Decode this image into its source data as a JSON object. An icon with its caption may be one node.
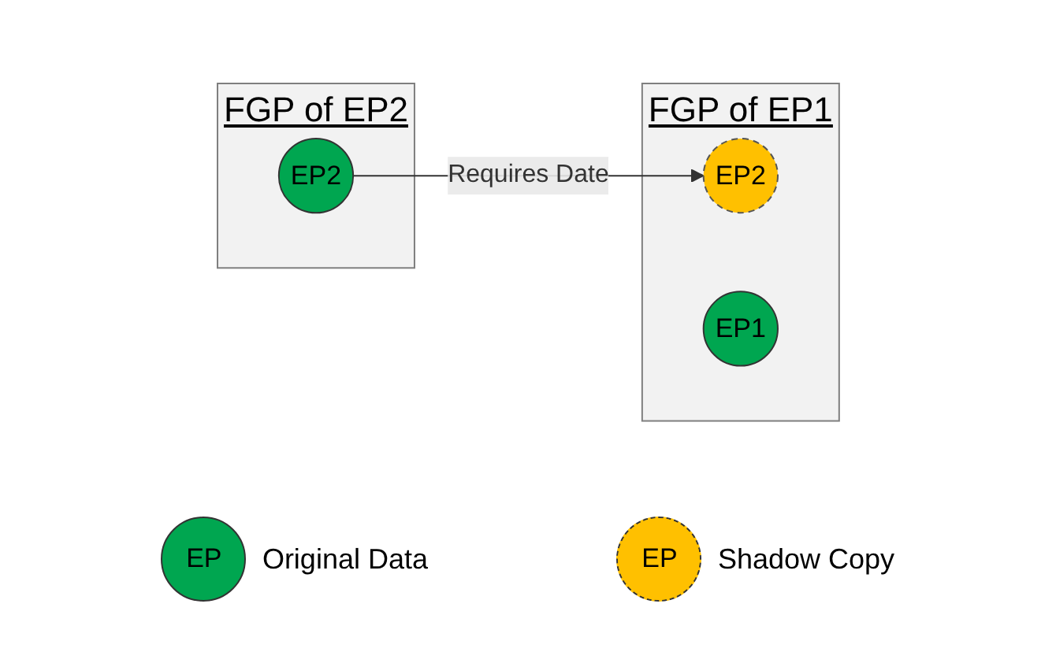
{
  "diagram": {
    "nodes": [
      {
        "text": [
          "FGP of EP1"
        ]
      },
      {
        "text": [
          "EP2"
        ],
        "in": 0
      },
      {
        "text": [
          "EP1"
        ],
        "in": 0
      },
      {
        "text": [
          "FGP of EP2"
        ]
      },
      {
        "text": [
          "EP2"
        ],
        "in": 3
      }
    ],
    "edges": [
      {
        "from": 4,
        "to": 1,
        "arrow": "to",
        "label": "Requires Date"
      }
    ],
    "labels": [
      "EP",
      "EP"
    ],
    "legend": [
      {
        "text": "Original Data",
        "color": "#00a650"
      },
      {
        "text": "Shadow Copy",
        "color": "#ffc000"
      }
    ]
  }
}
